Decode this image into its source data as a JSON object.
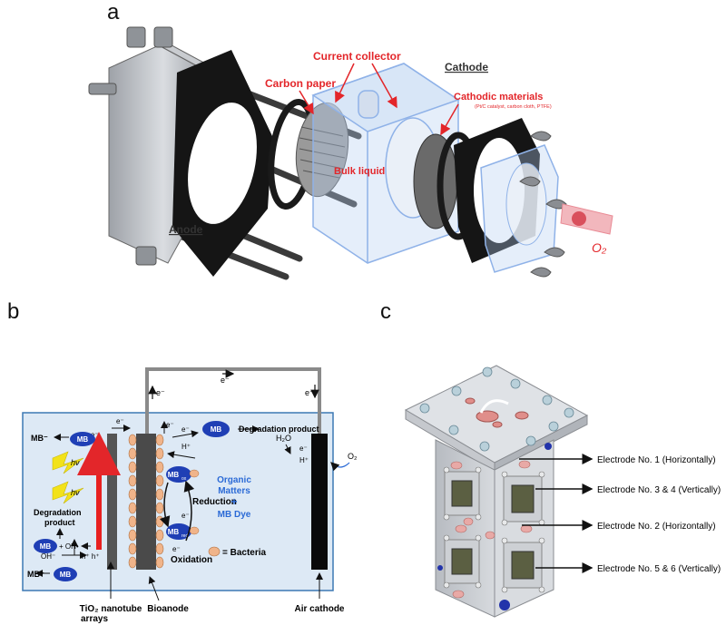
{
  "panels": {
    "a": {
      "letter": "a",
      "labels": {
        "anode": "Anode",
        "cathode": "Cathode",
        "current_collector": "Current collector",
        "carbon_paper": "Carbon paper",
        "cathodic_materials": "Cathodic materials",
        "cathodic_materials_sub": "(Pt/C catalyst, carbon cloth, PTFE)",
        "bulk_liquid": "Bulk liquid",
        "o2": "O₂"
      },
      "colors": {
        "annotation": "#e3262a",
        "acrylic": "#8fb2e8",
        "gasket": "#1a1a1a"
      }
    },
    "b": {
      "letter": "b",
      "labels": {
        "e_top_left": "e⁻",
        "e_top_mid": "e⁻",
        "e_top_right": "e⁻",
        "e_left_a": "e⁻",
        "e_left_b": "e⁻",
        "e_left_c": "e⁻",
        "mb_minus": "MB⁻",
        "mb": "MB",
        "hv": "hν",
        "degradation_product_left": "Degradation\nproduct",
        "oh_radical": "+ OH•",
        "oh_minus": "OH⁻",
        "h_plus_pair": "h⁺ h⁺",
        "mb_plus": "MB⁺",
        "h_plus_mid": "H⁺",
        "degradation_product_right": "Degradation product",
        "mb_ox": "MB",
        "mb_ox_sub": "ox",
        "mb_red": "MB",
        "mb_red_sub": "red",
        "reduction": "Reduction",
        "oxidation": "Oxidation",
        "organic_matters": "Organic\nMatters",
        "plus": "+",
        "mb_dye": "MB Dye",
        "bacteria_legend": "= Bacteria",
        "h2o": "H₂O",
        "o2": "O₂",
        "e_cathode": "e⁻",
        "h_plus_cathode": "H⁺",
        "tio2": "TiO₂ nanotube\narrays",
        "bioanode": "Bioanode",
        "air_cathode": "Air cathode"
      },
      "colors": {
        "background": "#dde9f5",
        "mb_ellipse": "#1f3fb5",
        "wire": "#8a8a8a",
        "bacteria": "#f0b48a",
        "arrow_red": "#e82020",
        "lightning": "#f2e21a",
        "accent_text": "#2b6ad6"
      }
    },
    "c": {
      "letter": "c",
      "labels": {
        "electrode_1": "Electrode No. 1 (Horizontally)",
        "electrode_34": "Electrode No. 3 & 4 (Vertically)",
        "electrode_2": "Electrode No. 2 (Horizontally)",
        "electrode_56": "Electrode No. 5 & 6 (Vertically)"
      },
      "colors": {
        "body": "#c9ccd1",
        "bolt_cap": "#e8a9a6",
        "accent_blue": "#2233aa"
      }
    }
  }
}
